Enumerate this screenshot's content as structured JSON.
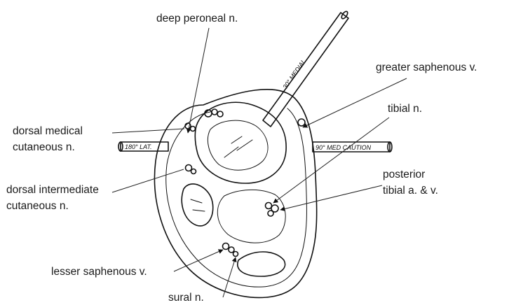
{
  "labels": {
    "deep_peroneal": "deep peroneal n.",
    "greater_saphenous": "greater saphenous v.",
    "dorsal_medical_1": "dorsal medical",
    "dorsal_medical_2": "cutaneous n.",
    "tibial": "tibial n.",
    "dorsal_intermediate_1": "dorsal intermediate",
    "dorsal_intermediate_2": "cutaneous n.",
    "posterior_tibial_1": "posterior",
    "posterior_tibial_2": "tibial a. & v.",
    "lesser_saphenous": "lesser saphenous v.",
    "sural": "sural n."
  },
  "pins": {
    "medial_30": "30° MEDIAL",
    "lateral_180": "180° LAT.",
    "medial_90_caution": "90° MED CAUTION"
  }
}
